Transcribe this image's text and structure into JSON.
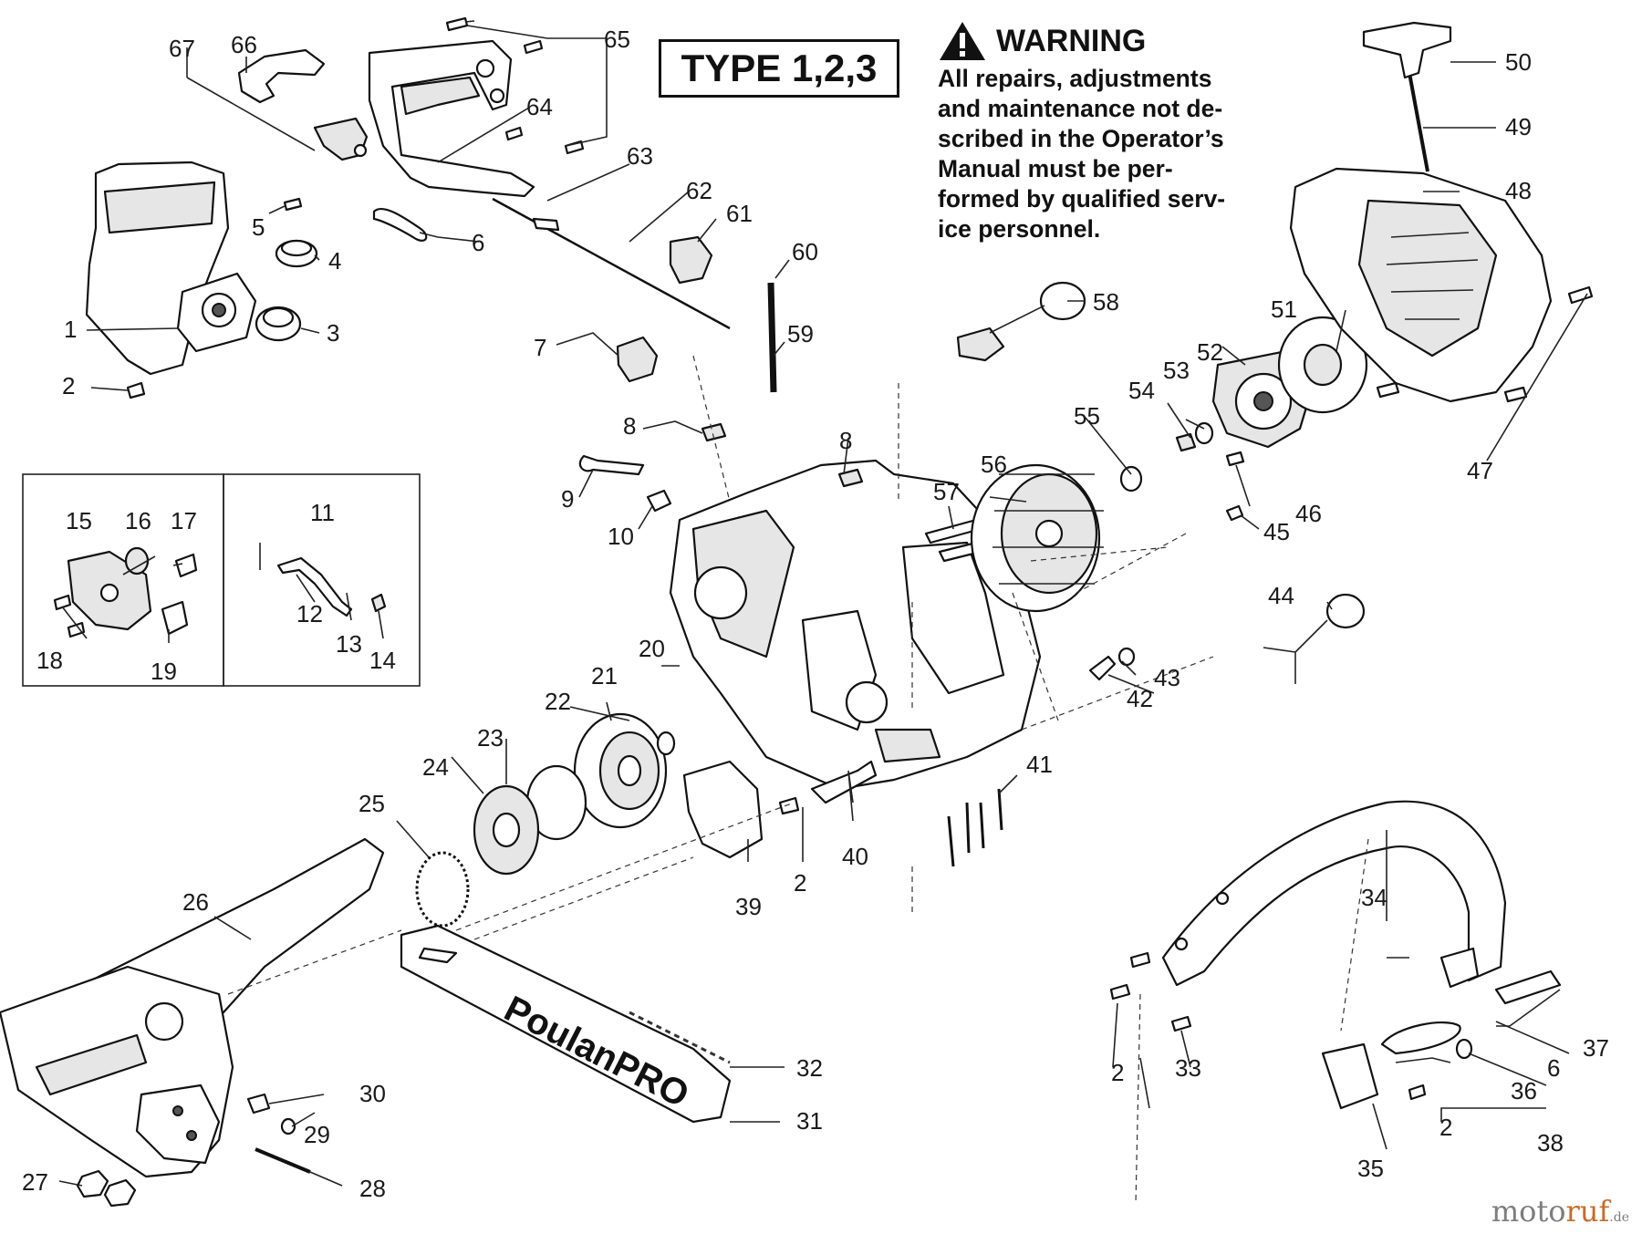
{
  "type_box": "TYPE 1,2,3",
  "warning": {
    "title": "WARNING",
    "lines": [
      "All repairs, adjustments",
      "and maintenance not de-",
      "scribed in the Operator’s",
      "Manual must be per-",
      "formed by qualified serv-",
      "ice personnel."
    ]
  },
  "bar_brand": "PoulanPRO",
  "watermark": {
    "text_a": "moto",
    "text_b": "ruf",
    "text_c": ".de"
  },
  "callouts": [
    "1",
    "2",
    "3",
    "4",
    "5",
    "6",
    "7",
    "8",
    "9",
    "10",
    "11",
    "12",
    "13",
    "14",
    "15",
    "16",
    "17",
    "18",
    "19",
    "20",
    "21",
    "22",
    "23",
    "24",
    "25",
    "26",
    "27",
    "28",
    "29",
    "30",
    "31",
    "32",
    "33",
    "34",
    "35",
    "36",
    "37",
    "38",
    "39",
    "40",
    "41",
    "42",
    "43",
    "44",
    "45",
    "46",
    "47",
    "48",
    "49",
    "50",
    "51",
    "52",
    "53",
    "54",
    "55",
    "56",
    "57",
    "58",
    "59",
    "60",
    "61",
    "62",
    "63",
    "64",
    "65",
    "66",
    "67"
  ]
}
